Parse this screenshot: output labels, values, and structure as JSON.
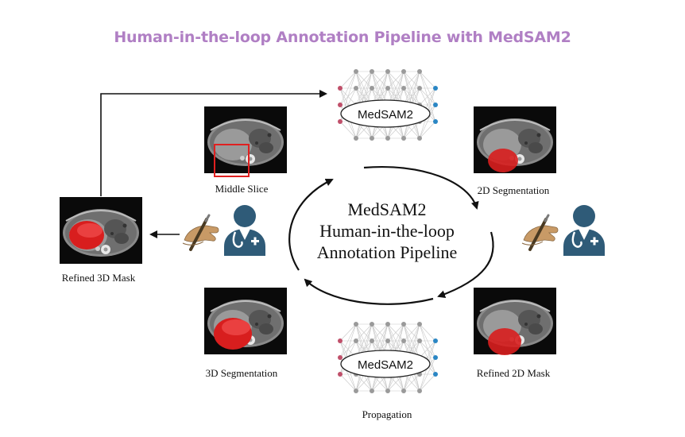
{
  "title": "Human-in-the-loop Annotation Pipeline with MedSAM2",
  "center_label": [
    "MedSAM2",
    "Human-in-the-loop",
    "Annotation Pipeline"
  ],
  "model_top": "MedSAM2",
  "model_bottom": "MedSAM2",
  "labels": {
    "middle_slice": "Middle Slice",
    "seg_2d": "2D Segmentation",
    "refined_2d": "Refined 2D Mask",
    "seg_3d": "3D Segmentation",
    "refined_3d": "Refined 3D Mask",
    "propagation": "Propagation"
  },
  "colors": {
    "title": "#b07fc4",
    "doctor": "#2f5b78",
    "hand": "#c89a66",
    "mask": "#d81e1e",
    "node_input": "#c0506a",
    "node_output": "#2a86c4",
    "node_hidden": "#9a9a9a"
  }
}
